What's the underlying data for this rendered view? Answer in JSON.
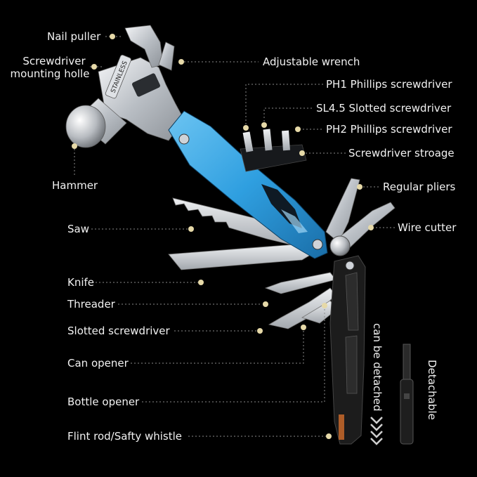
{
  "labels": {
    "nail_puller": "Nail puller",
    "mount_hole_line1": "Screwdriver",
    "mount_hole_line2": "mounting holle",
    "hammer": "Hammer",
    "adjustable_wrench": "Adjustable wrench",
    "ph1": "PH1 Phillips screwdriver",
    "sl45": "SL4.5 Slotted screwdriver",
    "ph2": "PH2 Phillips screwdriver",
    "storage": "Screwdriver stroage",
    "regular_pliers": "Regular pliers",
    "wire_cutter": "Wire cutter",
    "saw": "Saw",
    "knife": "Knife",
    "threader": "Threader",
    "slotted_screwdriver": "Slotted screwdriver",
    "can_opener": "Can opener",
    "bottle_opener": "Bottle opener",
    "flint_rod": "Flint rod/Safty whistle",
    "can_be_detached": "can be detached",
    "detachable": "Detachable"
  },
  "engraving": "STAINLESS",
  "colors": {
    "background": "#000000",
    "label_text": "#f2f2f2",
    "leader_line": "#8a8a8a",
    "marker_dot": "#e6d9a8",
    "handle_blue": "#2f9fe0",
    "handle_black": "#1c1c1c",
    "steel": "#c9cdd2"
  }
}
